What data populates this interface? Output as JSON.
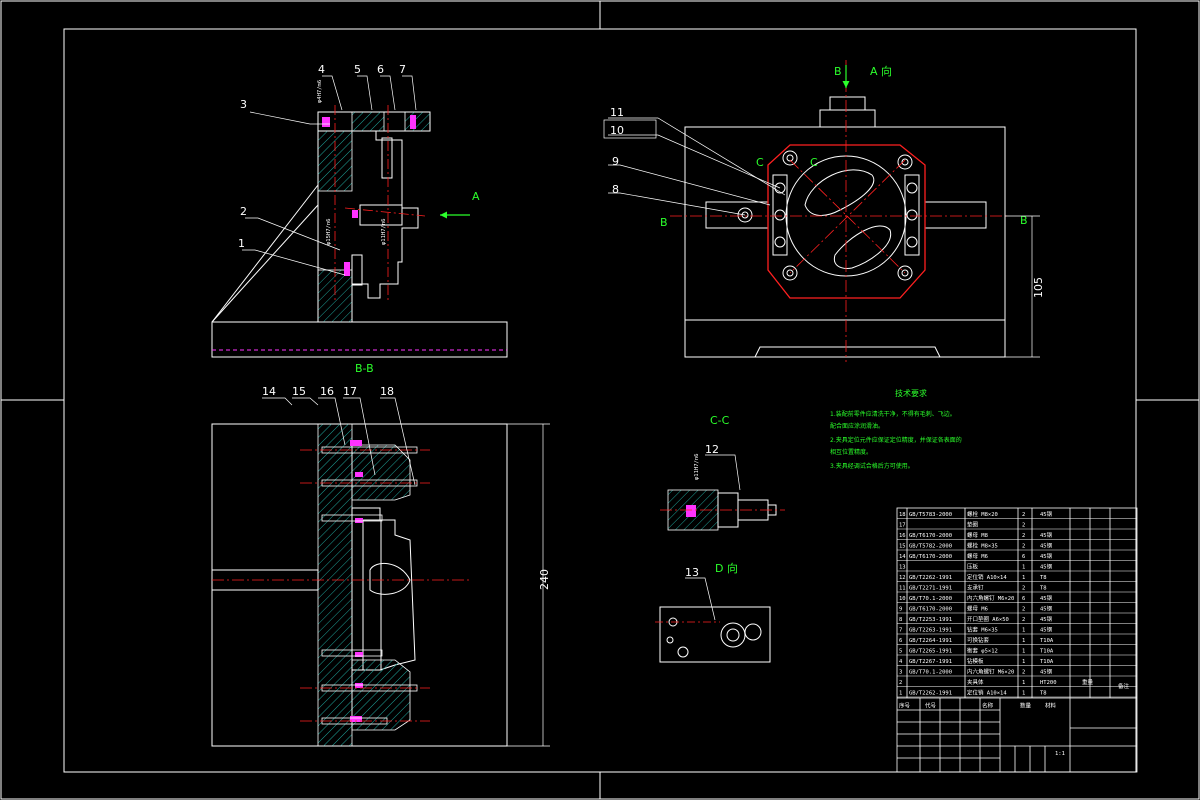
{
  "colors": {
    "background": "#000000",
    "outline": "#ffffff",
    "center_line": "#ff2020",
    "annotation": "#2bff2b",
    "hatch": "#1fa39a",
    "bolt": "#ff33ff",
    "detail": "#ffff66"
  },
  "views": {
    "section_bb": "B-B",
    "section_cc": "C-C",
    "view_a": "A 向",
    "view_d": "D 向",
    "arrow_a": "A",
    "arrow_b": "B",
    "cut_b": "B",
    "cut_c": "C"
  },
  "part_numbers": {
    "p1": "1",
    "p2": "2",
    "p3": "3",
    "p4": "4",
    "p5": "5",
    "p6": "6",
    "p7": "7",
    "p8": "8",
    "p9": "9",
    "p10": "10",
    "p11": "11",
    "p12": "12",
    "p13": "13",
    "p14": "14",
    "p15": "15",
    "p16": "16",
    "p17": "17",
    "p18": "18"
  },
  "dimensions": {
    "height_105": "105",
    "height_240": "240",
    "fit_top": "φ4H7/m6",
    "fit_mid": "φ11H7/n6",
    "fit_low": "φ15H7/n6",
    "fit_cc": "φ11H7/n6"
  },
  "notes": {
    "title": "技术要求",
    "lines": [
      "1.装配前零件应清洗干净，不得有毛刺、飞边。",
      "配合面应涂润滑油。",
      "2.夹具定位元件应保证定位精度，并保证各表面的",
      "相互位置精度。",
      "3.夹具经调试合格后方可使用。"
    ]
  },
  "bom": [
    {
      "no": "18",
      "code": "GB/T5783-2000",
      "name": "螺栓 M8×20",
      "qty": "2",
      "mat": "45钢"
    },
    {
      "no": "17",
      "code": "",
      "name": "垫圈",
      "qty": "2",
      "mat": ""
    },
    {
      "no": "16",
      "code": "GB/T6170-2000",
      "name": "螺母 M8",
      "qty": "2",
      "mat": "45钢"
    },
    {
      "no": "15",
      "code": "GB/T5782-2000",
      "name": "螺栓 M8×35",
      "qty": "2",
      "mat": "45钢"
    },
    {
      "no": "14",
      "code": "GB/T6170-2000",
      "name": "螺母 M6",
      "qty": "6",
      "mat": "45钢"
    },
    {
      "no": "13",
      "code": "",
      "name": "压板",
      "qty": "1",
      "mat": "45钢"
    },
    {
      "no": "12",
      "code": "GB/T2262-1991",
      "name": "定位销 A10×14",
      "qty": "1",
      "mat": "T8"
    },
    {
      "no": "11",
      "code": "GB/T2271-1991",
      "name": "支承钉",
      "qty": "2",
      "mat": "T8"
    },
    {
      "no": "10",
      "code": "GB/T70.1-2000",
      "name": "内六角螺钉 M6×20",
      "qty": "6",
      "mat": "45钢"
    },
    {
      "no": "9",
      "code": "GB/T6170-2000",
      "name": "螺母 M6",
      "qty": "2",
      "mat": "45钢"
    },
    {
      "no": "8",
      "code": "GB/T2253-1991",
      "name": "开口垫圈 A6×50",
      "qty": "2",
      "mat": "45钢"
    },
    {
      "no": "7",
      "code": "GB/T2263-1991",
      "name": "钻套 M6×35",
      "qty": "1",
      "mat": "45钢"
    },
    {
      "no": "6",
      "code": "GB/T2264-1991",
      "name": "可换钻套",
      "qty": "1",
      "mat": "T10A"
    },
    {
      "no": "5",
      "code": "GB/T2265-1991",
      "name": "衡套 φ5×12",
      "qty": "1",
      "mat": "T10A"
    },
    {
      "no": "4",
      "code": "GB/T2267-1991",
      "name": "钻模板",
      "qty": "1",
      "mat": "T10A"
    },
    {
      "no": "3",
      "code": "GB/T70.1-2000",
      "name": "内六角螺钉 M6×20",
      "qty": "2",
      "mat": "45钢"
    },
    {
      "no": "2",
      "code": "",
      "name": "夹具体",
      "qty": "1",
      "mat": "HT200"
    },
    {
      "no": "1",
      "code": "GB/T2262-1991",
      "name": "定位销 A10×14",
      "qty": "1",
      "mat": "T8"
    }
  ],
  "bom_header": {
    "no": "序号",
    "code": "代号",
    "name": "名称",
    "qty": "数量",
    "mat": "材料",
    "weight": "重量",
    "note": "备注"
  },
  "title_block": {
    "scale": "1:1"
  }
}
